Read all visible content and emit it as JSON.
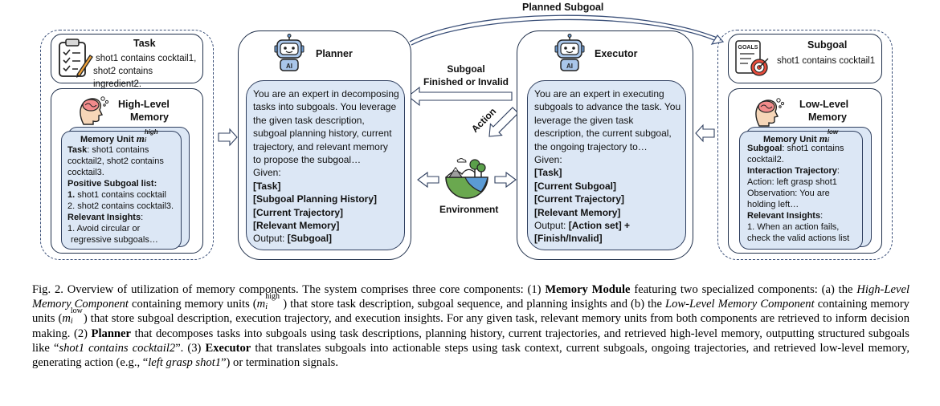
{
  "top_arrow_label": "Planned Subgoal",
  "task": {
    "title": "Task",
    "lines": [
      "shot1 contains cocktail1,",
      "shot2 contains ingredient2."
    ]
  },
  "high_memory": {
    "title_line1": "High-Level",
    "title_line2": "Memory",
    "unit_title": "Memory Unit",
    "unit_symbol": "m",
    "unit_sub": "i",
    "unit_sup": "high",
    "task_label": "Task",
    "task_text_1": ": shot1 contains",
    "task_text_2": "cocktail2, shot2 contains",
    "task_text_3": "cocktail3.",
    "positive_label": "Positive Subgoal list",
    "positive_colon": ":",
    "positive_items": [
      "shot1 contains cocktail",
      "shot2 contains cocktail3."
    ],
    "positive_nums": [
      "1.",
      "2."
    ],
    "insights_label": "Relevant Insights",
    "insights_colon": ":",
    "insight_line_1": "1.  Avoid circular or",
    "insight_line_2": "regressive subgoals…"
  },
  "planner": {
    "title": "Planner",
    "intro": [
      "You are an expert in decomposing",
      "tasks into subgoals. You leverage",
      "the given task description,",
      "subgoal planning history, current",
      "trajectory, and relevant memory",
      "to propose the subgoal…"
    ],
    "given": "Given:",
    "items": [
      "[Task]",
      "[Subgoal Planning History]",
      "[Current Trajectory]",
      "[Relevant Memory]"
    ],
    "output_label": "Output: ",
    "output_value": "[Subgoal]"
  },
  "subgoal_finished": {
    "line1": "Subgoal",
    "line2": "Finished  or Invalid"
  },
  "action_label": "Action",
  "environment_label": "Environment",
  "executor": {
    "title": "Executor",
    "intro": [
      "You are an expert in executing",
      "subgoals to advance the task. You",
      "leverage the given task",
      "description, the current subgoal,",
      "the ongoing trajectory to…"
    ],
    "given": "Given:",
    "items": [
      "[Task]",
      "[Current Subgoal]",
      "[Current Trajectory]",
      "[Relevant Memory]"
    ],
    "output_label": "Output: ",
    "output_value": "[Action set]",
    "output_plus": " +",
    "output_last": "[Finish/Invalid]"
  },
  "subgoal_box": {
    "title": "Subgoal",
    "text": "shot1 contains cocktail1",
    "icon_text": "GOALS"
  },
  "low_memory": {
    "title_line1": "Low-Level",
    "title_line2": "Memory",
    "unit_title": "Memory Unit",
    "unit_symbol": "m",
    "unit_sub": "i",
    "unit_sup": "low",
    "subgoal_label": "Subgoal",
    "subgoal_text_1": ": shot1 contains",
    "subgoal_text_2": "cocktail2.",
    "traj_label": "Interaction Trajectory",
    "traj_colon": ":",
    "traj_lines": [
      "Action: left grasp shot1",
      "Observation: You are",
      "holding left…"
    ],
    "insights_label": "Relevant Insights",
    "insights_colon": ":",
    "insight_lines": [
      "1. When an action fails,",
      "check the valid actions list"
    ]
  },
  "robot_badge": "AI",
  "caption": {
    "p1": "Fig. 2.  Overview of utilization of memory components. The system comprises three core components: (1) ",
    "b1": "Memory Module",
    "p2": " featuring two specialized components: (a) the ",
    "i1": "High-Level Memory Component",
    "p3": " containing memory units (",
    "m1": "m",
    "m1_sup": "high",
    "m1_sub": "i",
    "p4": ") that store task description, subgoal sequence, and planning insights and (b) the ",
    "i2": "Low-Level Memory Component",
    "p5": " containing memory units (",
    "m2": "m",
    "m2_sup": "low",
    "m2_sub": "i",
    "p6": ") that store subgoal description, execution trajectory, and execution insights. For any given task, relevant memory units from both components are retrieved to inform decision making. (2) ",
    "b2": "Planner",
    "p7": " that decomposes tasks into subgoals using task descriptions, planning history, current trajectories, and retrieved high-level memory, outputting structured subgoals like “",
    "i3": "shot1 contains cocktail2",
    "p8": "”. (3) ",
    "b3": "Executor",
    "p9": " that translates subgoals into actionable steps using task context, current subgoals, ongoing trajectories, and retrieved low-level memory, generating action (e.g., “",
    "i4": "left grasp shot1",
    "p10": "”) or termination signals."
  }
}
